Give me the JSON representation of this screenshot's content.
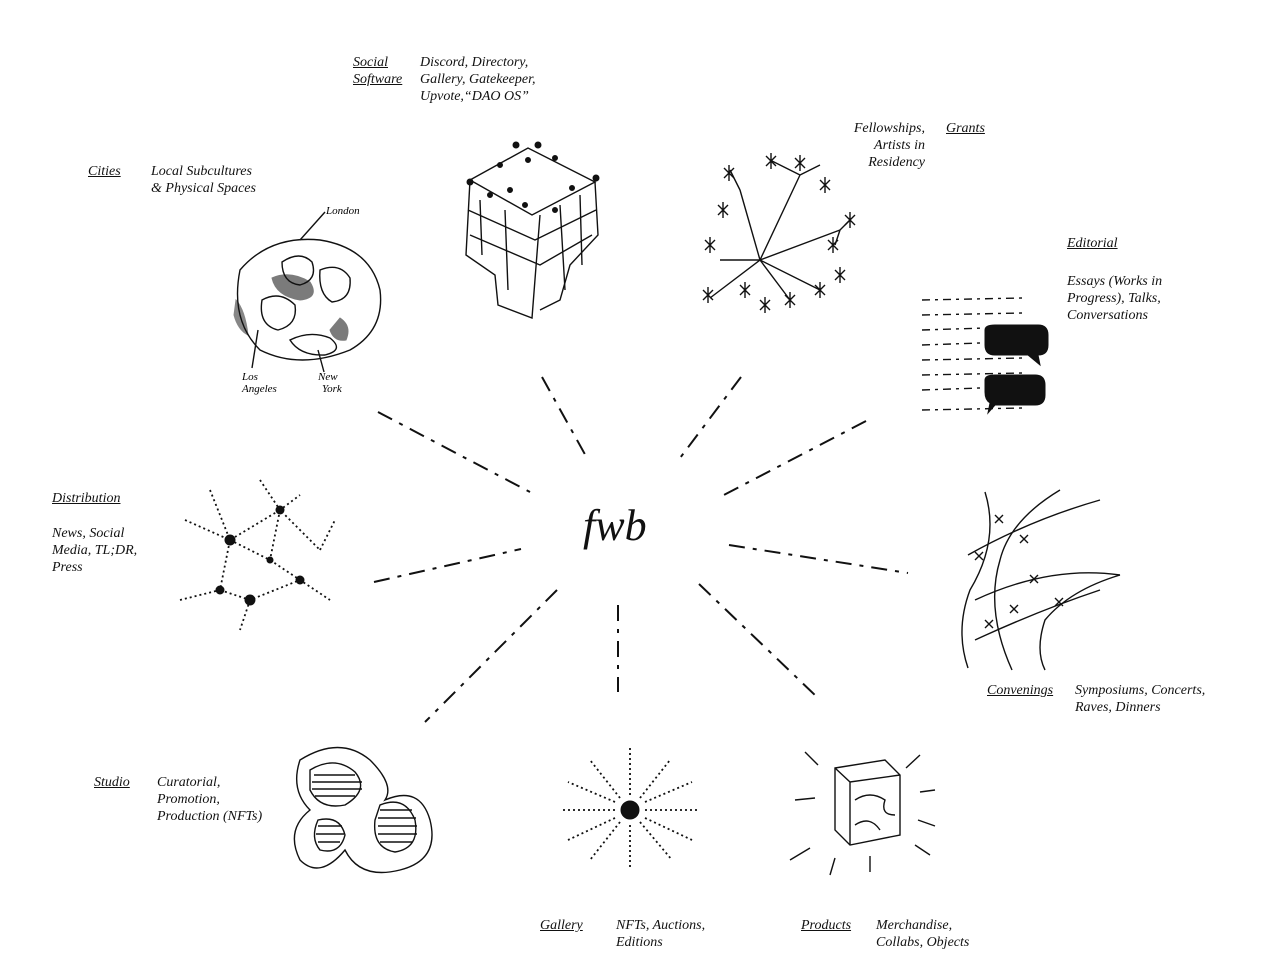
{
  "center": {
    "text": "fwb"
  },
  "nodes": [
    {
      "id": "cities",
      "title": "Cities",
      "desc": "Local Subcultures\n& Physical Spaces",
      "sketch_labels": [
        "London",
        "Los\nAngeles",
        "New\nYork"
      ]
    },
    {
      "id": "social-software",
      "title": "Social\nSoftware",
      "desc": "Discord, Directory,\nGallery, Gatekeeper,\nUpvote,“DAO OS”"
    },
    {
      "id": "grants",
      "title": "Grants",
      "desc": "Fellowships,\nArtists in\nResidency"
    },
    {
      "id": "editorial",
      "title": "Editorial",
      "desc": "Essays (Works in\nProgress), Talks,\nConversations"
    },
    {
      "id": "distribution",
      "title": "Distribution",
      "desc": "News, Social\nMedia, TL;DR,\nPress"
    },
    {
      "id": "convenings",
      "title": "Convenings",
      "desc": "Symposiums, Concerts,\nRaves, Dinners"
    },
    {
      "id": "studio",
      "title": "Studio",
      "desc": "Curatorial,\nPromotion,\nProduction (NFTs)"
    },
    {
      "id": "gallery",
      "title": "Gallery",
      "desc": "NFTs, Auctions,\nEditions"
    },
    {
      "id": "products",
      "title": "Products",
      "desc": "Merchandise,\nCollabs, Objects"
    }
  ]
}
